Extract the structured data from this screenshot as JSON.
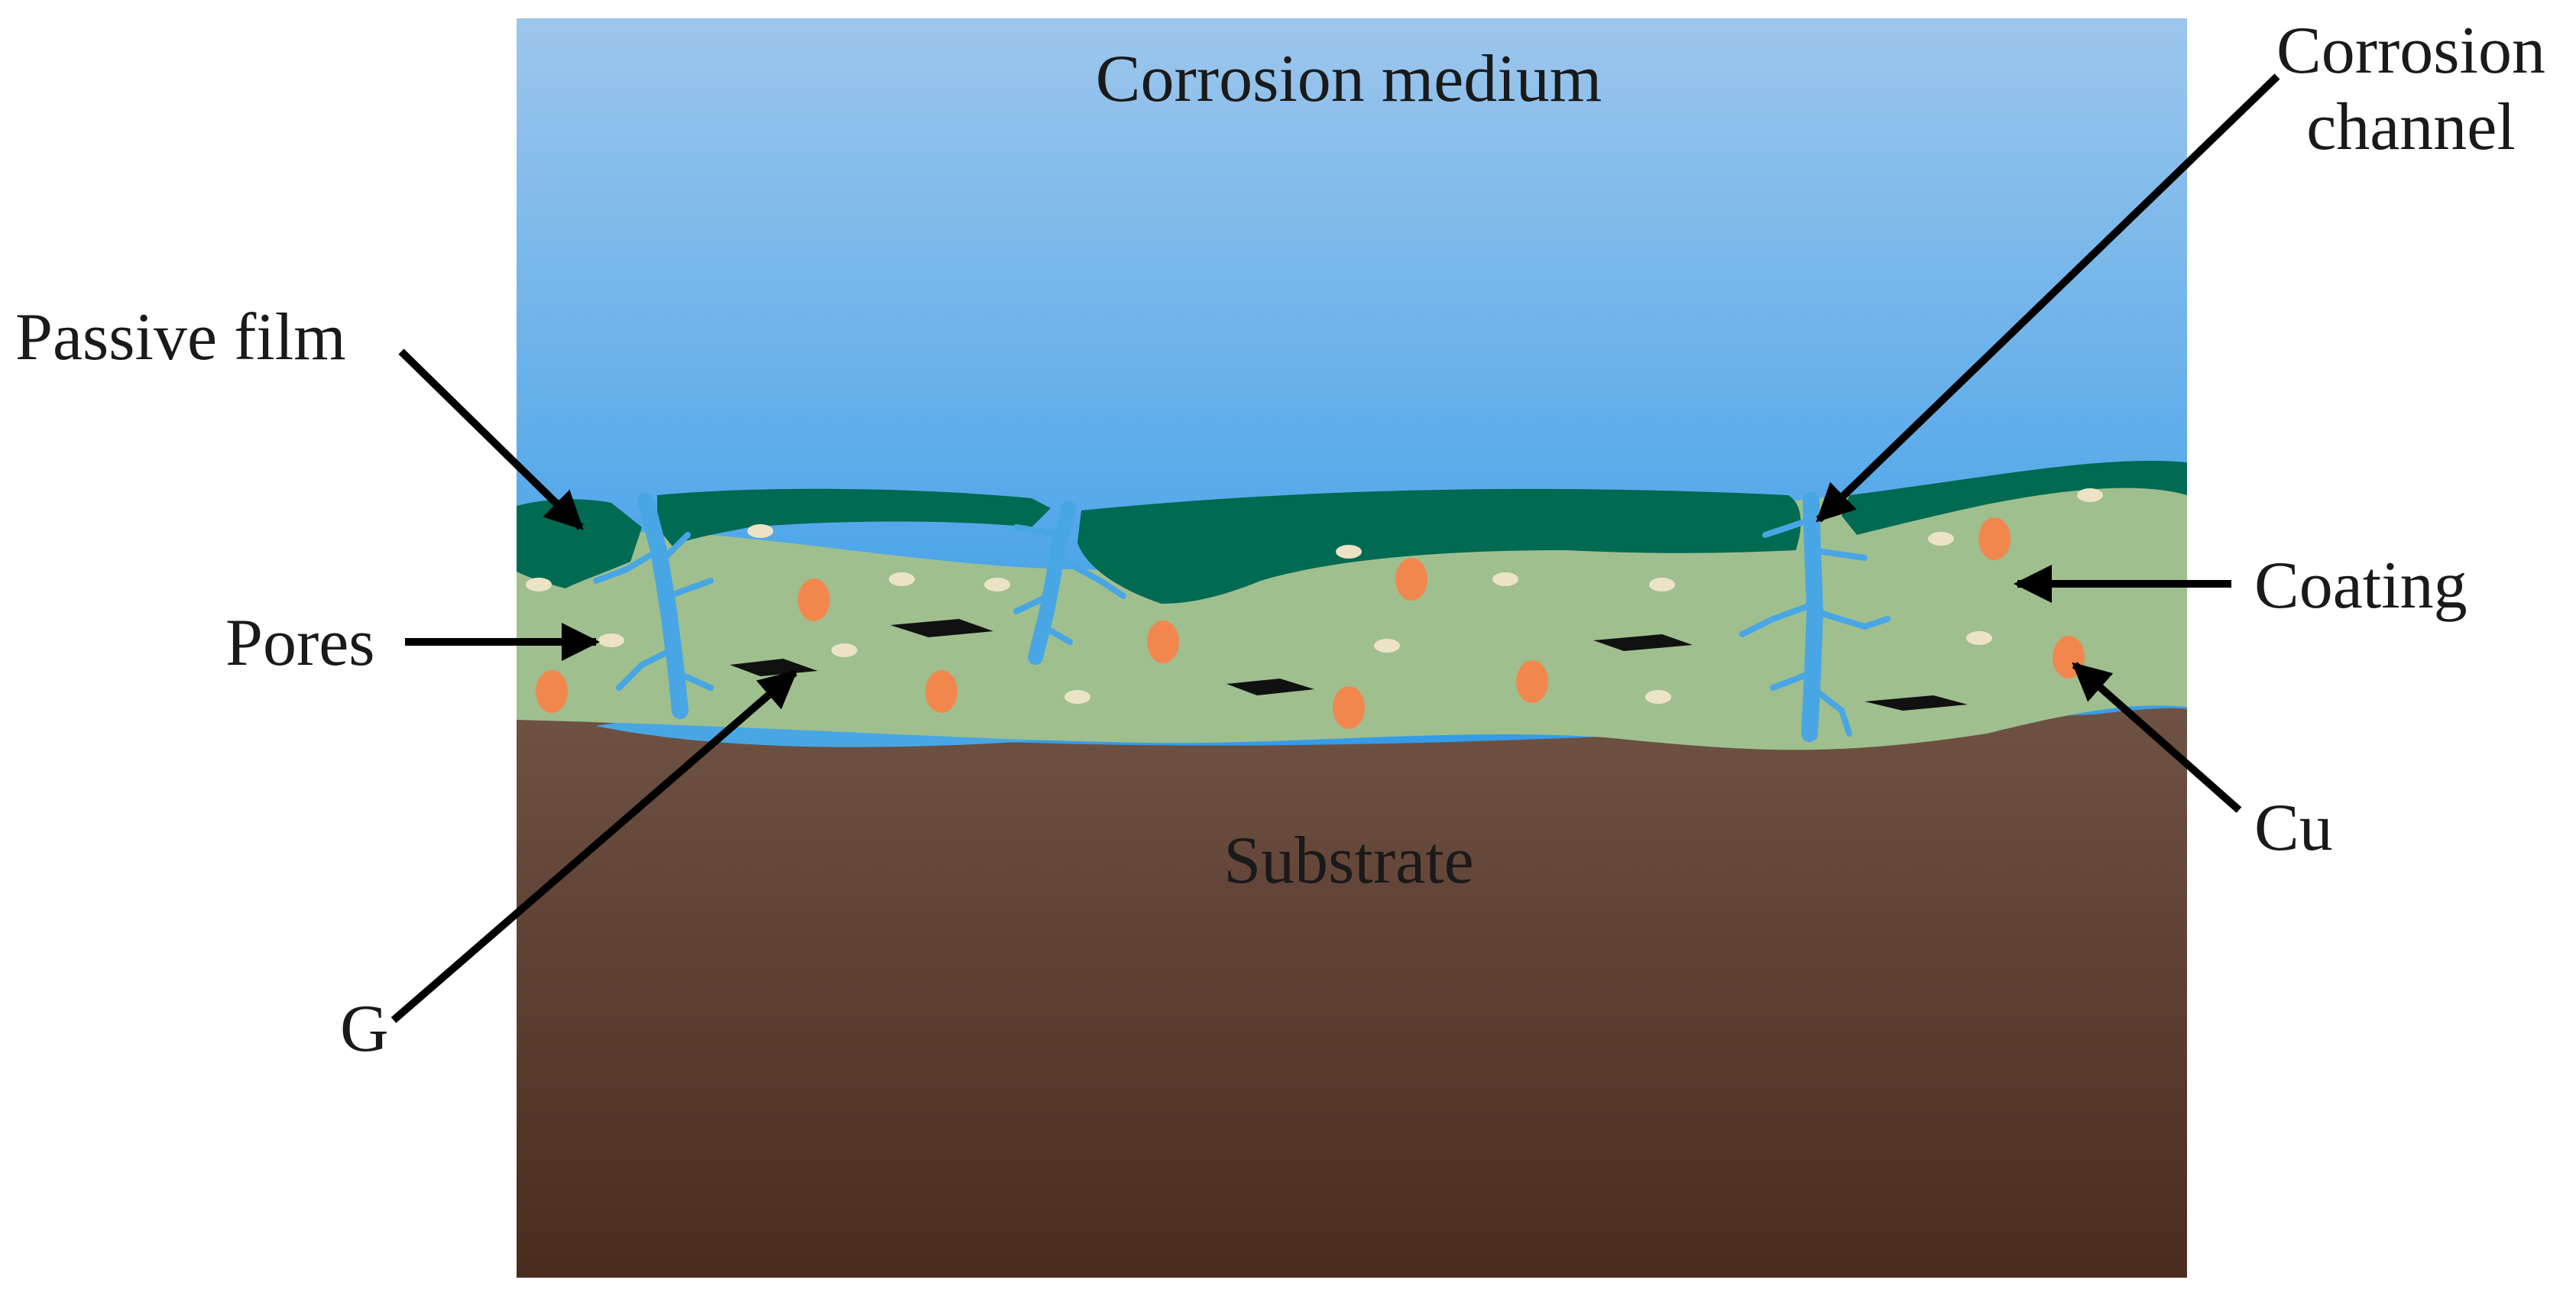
{
  "labels": {
    "corrosion_medium": "Corrosion medium",
    "corrosion_channel_line1": "Corrosion",
    "corrosion_channel_line2": "channel",
    "passive_film": "Passive film",
    "pores": "Pores",
    "coating": "Coating",
    "cu": "Cu",
    "substrate": "Substrate",
    "g": "G"
  },
  "colors": {
    "medium_top": "#9cc6ec",
    "medium_bottom": "#2f99e8",
    "passive_film": "#006a52",
    "coating": "#9fbf8f",
    "channel": "#49a6e4",
    "substrate_top": "#6e5244",
    "substrate_bottom": "#4a2c1f",
    "cu_particle": "#f2874e",
    "pore": "#ece3c4",
    "graphite": "#111111",
    "arrow": "#000000"
  }
}
